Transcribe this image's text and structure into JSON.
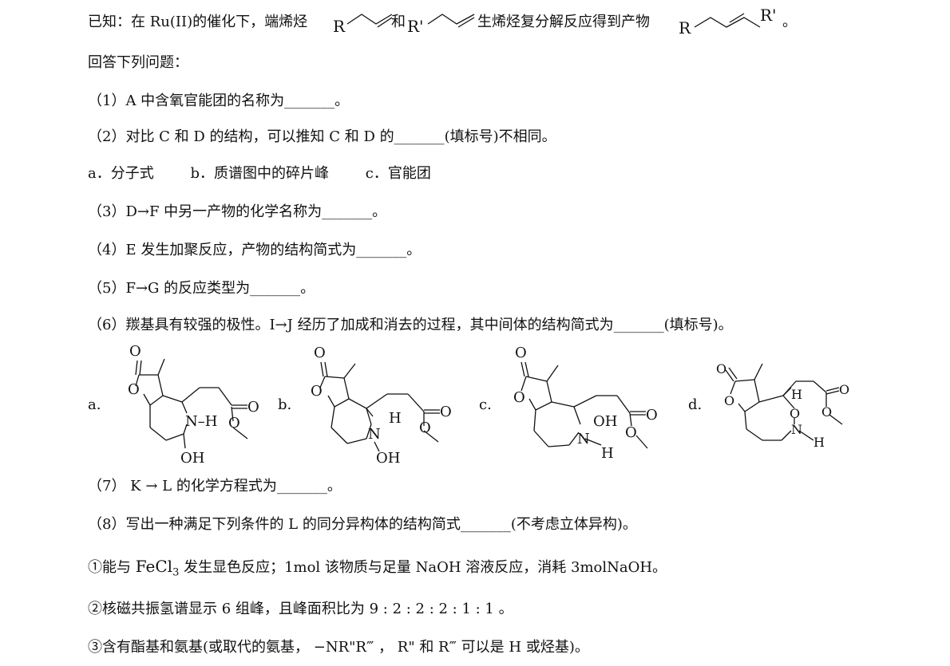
{
  "intro": {
    "prefix": "已知：在 Ru(II)的催化下，端烯烃",
    "and": "和",
    "mid": "生烯烃复分解反应得到产物",
    "end": "。",
    "r": "R",
    "r_prime": "R'"
  },
  "answer_heading": "回答下列问题：",
  "q1": "（1）A 中含氧官能团的名称为_______。",
  "q2": "（2）对比 C 和 D 的结构，可以推知 C 和 D 的_______(填标号)不相同。",
  "q2_options": [
    "a．分子式",
    "b．质谱图中的碎片峰",
    "c．官能团"
  ],
  "q3": "（3）D→F 中另一产物的化学名称为_______。",
  "q4": "（4）E 发生加聚反应，产物的结构简式为_______。",
  "q5": "（5）F→G 的反应类型为_______。",
  "q6": "（6）羰基具有较强的极性。I→J 经历了加成和消去的过程，其中间体的结构简式为_______(填标号)。",
  "q6_options": {
    "a": "a.",
    "b": "b.",
    "c": "c.",
    "d": "d."
  },
  "atoms": {
    "o": "O",
    "n": "N",
    "h": "H",
    "oh": "OH",
    "nh": "N–H"
  },
  "q7": "（7） K → L 的化学方程式为_______。",
  "q8": "（8）写出一种满足下列条件的 L 的同分异构体的结构简式_______(不考虑立体异构)。",
  "cond1": {
    "prefix": "①能与 ",
    "formula": "FeCl",
    "sub": "3",
    "suffix": " 发生显色反应；1mol 该物质与足量 NaOH 溶液反应，消耗 3molNaOH。"
  },
  "cond2": "②核磁共振氢谱显示 6 组峰，且峰面积比为 9 : 2 : 2 : 2 : 1 : 1 。",
  "cond3": "③含有酯基和氨基(或取代的氨基， −NR\"R‴ ， R\" 和 R‴ 可以是 H 或烃基)。"
}
